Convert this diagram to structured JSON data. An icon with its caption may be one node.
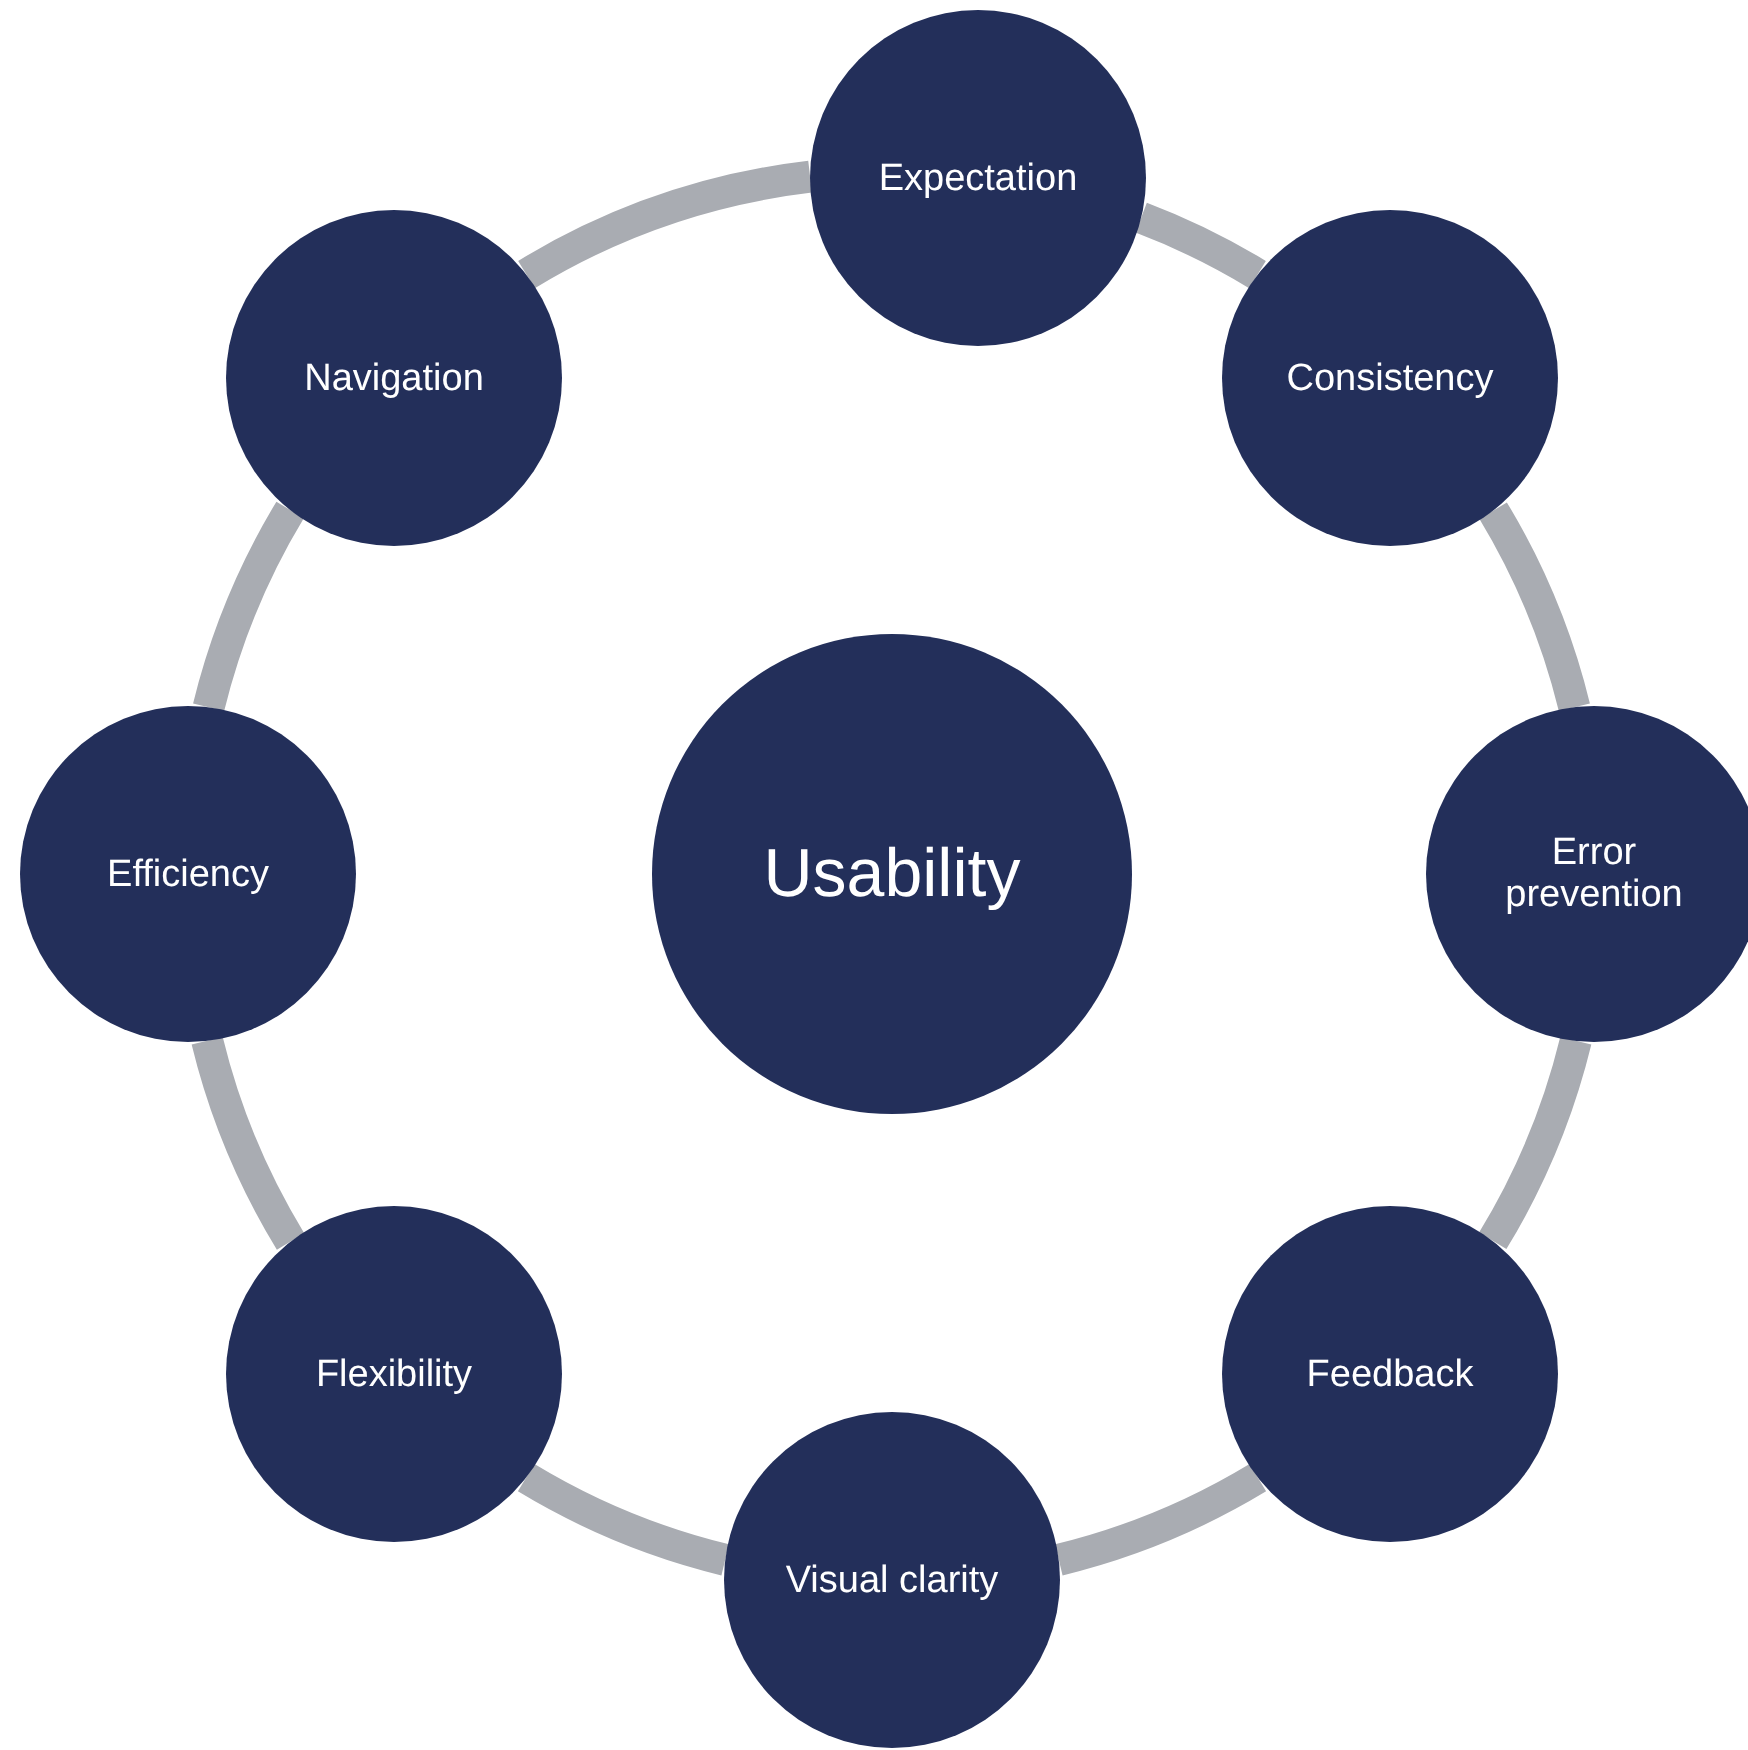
{
  "diagram": {
    "nodes": [
      {
        "text": [
          "Usability"
        ]
      },
      {
        "text": [
          "Expectation"
        ]
      },
      {
        "text": [
          "Consistency"
        ]
      },
      {
        "text": [
          "Error prevention"
        ]
      },
      {
        "text": [
          "Feedback"
        ]
      },
      {
        "text": [
          "Visual clarity"
        ]
      },
      {
        "text": [
          "Flexibility"
        ]
      },
      {
        "text": [
          "Efficiency"
        ]
      },
      {
        "text": [
          "Navigation"
        ]
      }
    ],
    "edges": [
      {
        "from": 1,
        "to": 2,
        "arrow": "none"
      },
      {
        "from": 2,
        "to": 3,
        "arrow": "none"
      },
      {
        "from": 3,
        "to": 4,
        "arrow": "none"
      },
      {
        "from": 4,
        "to": 5,
        "arrow": "none"
      },
      {
        "from": 5,
        "to": 6,
        "arrow": "none"
      },
      {
        "from": 6,
        "to": 7,
        "arrow": "none"
      },
      {
        "from": 7,
        "to": 8,
        "arrow": "none"
      },
      {
        "from": 8,
        "to": 1,
        "arrow": "none"
      }
    ]
  }
}
